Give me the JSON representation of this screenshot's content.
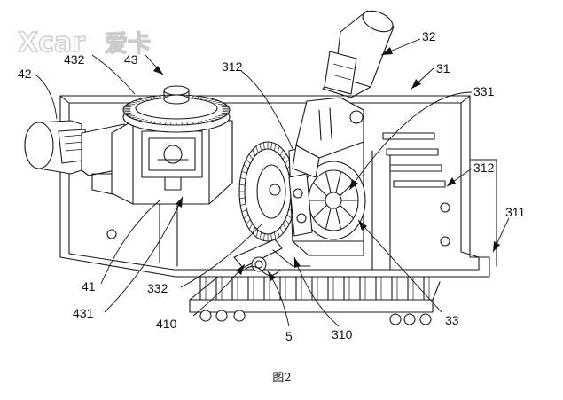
{
  "watermark": {
    "brand_latin": "Xcar",
    "brand_cn": "爱卡"
  },
  "caption": "图2",
  "labels": [
    {
      "id": "l32",
      "text": "32"
    },
    {
      "id": "l31",
      "text": "31"
    },
    {
      "id": "l331",
      "text": "331"
    },
    {
      "id": "l312a",
      "text": "312"
    },
    {
      "id": "l312b",
      "text": "312"
    },
    {
      "id": "l311",
      "text": "311"
    },
    {
      "id": "l33",
      "text": "33"
    },
    {
      "id": "l310",
      "text": "310"
    },
    {
      "id": "l5",
      "text": "5"
    },
    {
      "id": "l410",
      "text": "410"
    },
    {
      "id": "l332",
      "text": "332"
    },
    {
      "id": "l431",
      "text": "431"
    },
    {
      "id": "l41",
      "text": "41"
    },
    {
      "id": "l42",
      "text": "42"
    },
    {
      "id": "l432",
      "text": "432"
    },
    {
      "id": "l43",
      "text": "43"
    }
  ]
}
